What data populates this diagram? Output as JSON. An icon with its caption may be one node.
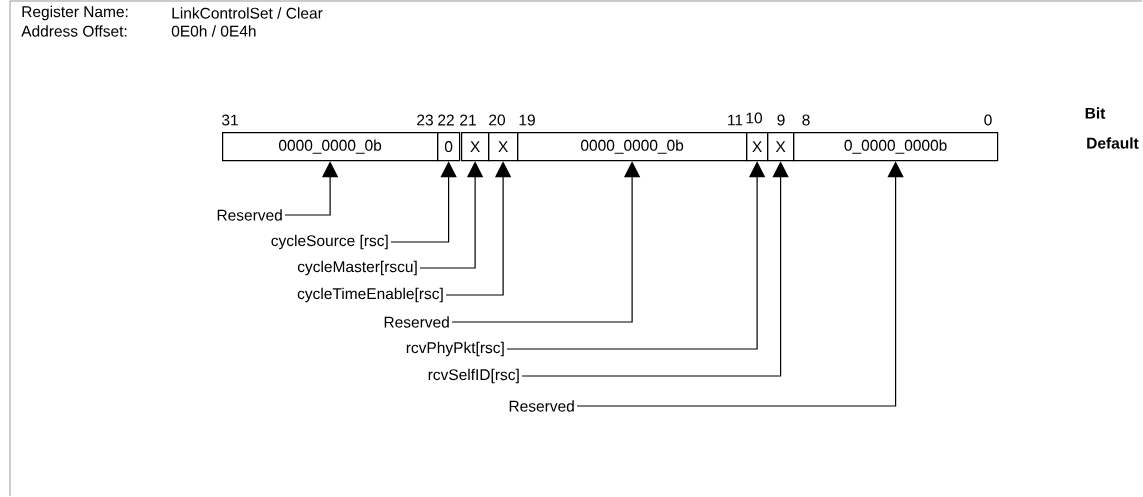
{
  "diagram": {
    "nodes": [
      {
        "text": [
          "0000_0000_0b"
        ]
      },
      {
        "text": [
          "0"
        ]
      },
      {
        "text": [
          "X"
        ]
      },
      {
        "text": [
          "X"
        ]
      },
      {
        "text": [
          "0000_0000_0b"
        ]
      },
      {
        "text": [
          "X"
        ]
      },
      {
        "text": [
          "X"
        ]
      },
      {
        "text": [
          "0_0000_0000b"
        ]
      },
      {
        "text": [
          "Reserved"
        ]
      },
      {
        "text": [
          "cycleSource [rsc]"
        ]
      },
      {
        "text": [
          "cycleMaster[rscu]"
        ]
      },
      {
        "text": [
          "cycleTimeEnable[rsc]"
        ]
      },
      {
        "text": [
          "Reserved"
        ]
      },
      {
        "text": [
          "rcvPhyPkt[rsc]"
        ]
      },
      {
        "text": [
          "rcvSelfID[rsc]"
        ]
      },
      {
        "text": [
          "Reserved"
        ]
      }
    ],
    "edges": [
      {
        "from": 8,
        "to": 0,
        "arrow": "to"
      },
      {
        "from": 9,
        "to": 1,
        "arrow": "to"
      },
      {
        "from": 10,
        "to": 2,
        "arrow": "to"
      },
      {
        "from": 11,
        "to": 3,
        "arrow": "to"
      },
      {
        "from": 12,
        "to": 4,
        "arrow": "to"
      },
      {
        "from": 13,
        "to": 5,
        "arrow": "to"
      },
      {
        "from": 14,
        "to": 6,
        "arrow": "to"
      },
      {
        "from": 15,
        "to": 7,
        "arrow": "to"
      }
    ],
    "labels": [
      "Register Name:",
      "LinkControlSet / Clear",
      "Address Offset:",
      "0E0h / 0E4h",
      "Bit",
      "31",
      "23",
      "22",
      "21",
      "20",
      "19",
      "11",
      "10",
      "9",
      "8",
      "0",
      "Default"
    ]
  }
}
